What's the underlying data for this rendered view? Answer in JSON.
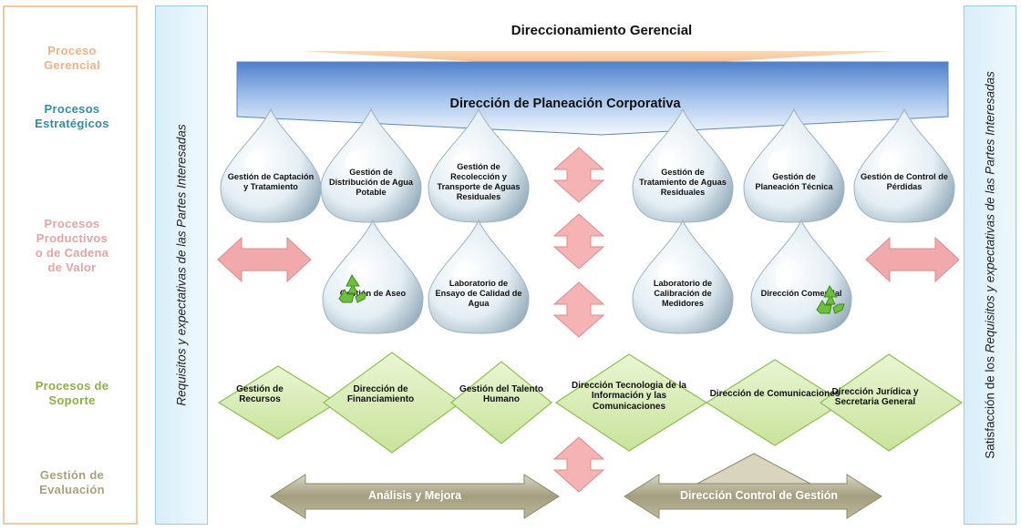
{
  "levels": [
    {
      "label": "Proceso\nGerencial",
      "color": "#f4b183"
    },
    {
      "label": "Procesos\nEstratégicos",
      "color": "#2e8fa3"
    },
    {
      "label": "Procesos\nProductivos\no de Cadena\nde Valor",
      "color": "#e8a3a3"
    },
    {
      "label": "Procesos de\nSoporte",
      "color": "#8db13f"
    },
    {
      "label": "Gestión de\nEvaluación",
      "color": "#a8a27a"
    }
  ],
  "side_left": {
    "text": "Requisitos y expectativas de las Partes Interesadas"
  },
  "side_right": {
    "prefix": "Satisfacción de los ",
    "text": "Requisitos y expectativas de las Partes Interesadas"
  },
  "header": {
    "top_title": "Direccionamiento Gerencial",
    "plan_title": "Dirección de Planeación Corporativa"
  },
  "drops_row1": [
    "Gestión de Captación y Tratamiento",
    "Gestión de Distribución de Agua Potable",
    "Gestión de Recolección y Transporte de Aguas Residuales",
    "Gestión de Tratamiento de Aguas Residuales",
    "Gestión de Planeación Técnica",
    "Gestión de Control de Pérdidas"
  ],
  "drops_row2": [
    "Gestión de Aseo",
    "Laboratorio de Ensayo de Calidad de Agua",
    "Laboratorio de Calibración de Medidores",
    "Dirección Comercial"
  ],
  "support": [
    "Gestión de Recursos",
    "Dirección de Financiamiento",
    "Gestión del Talento Humano",
    "Dirección Tecnologia de la Información y las Comunicaciones",
    "Dirección de Comunicaciones",
    "Dirección Jurídica y Secretaria General"
  ],
  "evaluation": {
    "left": "Análisis y Mejora",
    "right": "Dirección Control de Gestión"
  },
  "colors": {
    "blue_band": "#7fa9df",
    "orange_band": "#f8c99a",
    "pink_arrow": "#f2a3a5",
    "green_diamond": "#d8ecb0",
    "olive_arrow": "#a6a180"
  }
}
